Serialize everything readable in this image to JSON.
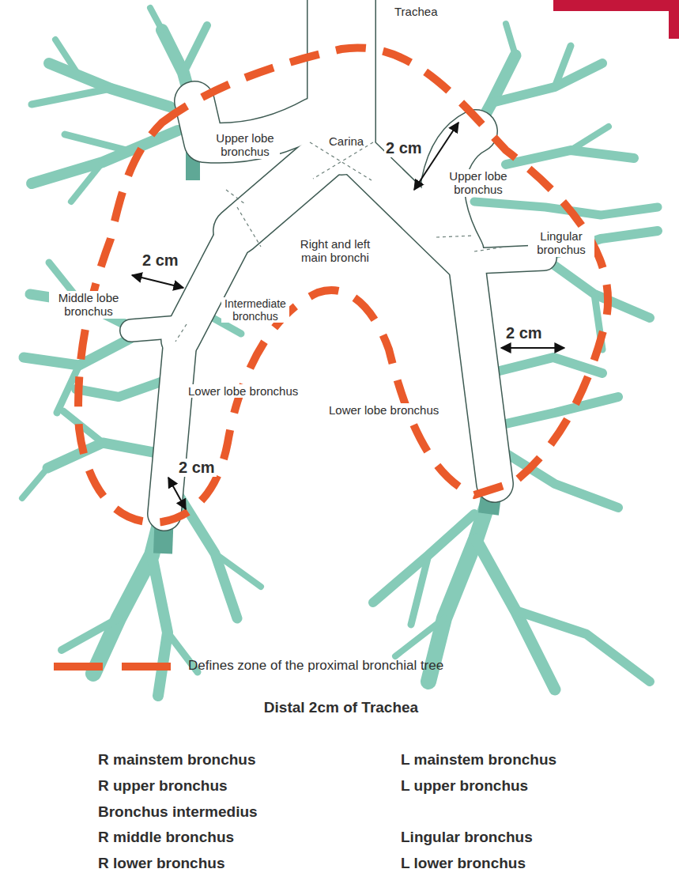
{
  "diagram": {
    "labels": [
      "Trachea",
      "Upper lobe bronchus",
      "Carina",
      "2 cm",
      "Upper lobe bronchus",
      "Lingular bronchus",
      "Right and left main bronchi",
      "2 cm",
      "Middle lobe bronchus",
      "Intermediate bronchus",
      "2 cm",
      "Lower lobe bronchus",
      "Lower lobe bronchus",
      "2 cm",
      "Distal 2cm of Trachea",
      "R mainstem bronchus",
      "L mainstem bronchus",
      "R upper bronchus",
      "L upper bronchus",
      "Bronchus intermedius",
      "R middle bronchus",
      "Lingular bronchus",
      "R lower bronchus",
      "L lower bronchus"
    ],
    "legend": [
      {
        "text": "Defines zone of the proximal bronchial tree"
      }
    ]
  }
}
